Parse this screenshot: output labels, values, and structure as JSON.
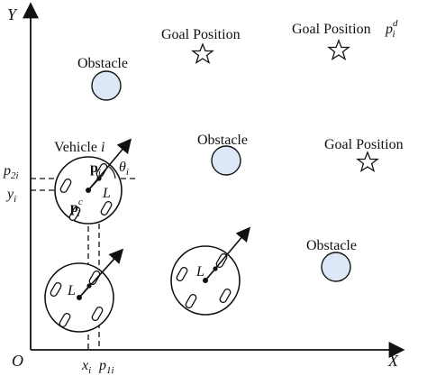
{
  "colors": {
    "obstacle_fill": "#dce7f7",
    "line": "#111111",
    "background": "#ffffff"
  },
  "axes": {
    "x_label": "X",
    "y_label": "Y",
    "origin_label": "O"
  },
  "labels": {
    "goal_position_1": "Goal Position",
    "goal_position_2": "Goal Position",
    "goal_position_3": "Goal Position",
    "goal_symbol_base": "p",
    "goal_symbol_sub": "i",
    "goal_symbol_sup": "d",
    "obstacle_1": "Obstacle",
    "obstacle_2": "Obstacle",
    "obstacle_3": "Obstacle",
    "vehicle_label": "Vehicle",
    "vehicle_index": "i",
    "vector_p_bold": "p",
    "vector_p_sub": "i",
    "vector_pc_bold": "p",
    "vector_pc_sub": "i",
    "vector_pc_sup": "c",
    "theta_symbol": "θ",
    "theta_sub": "i",
    "length_symbol": "L",
    "y_tick_base": "y",
    "y_tick_sub": "i",
    "p2_tick_base": "p",
    "p2_tick_sub": "2i",
    "x_tick_base": "x",
    "x_tick_sub": "i",
    "p1_tick_base": "p",
    "p1_tick_sub": "1i"
  },
  "icons": {
    "goal": "star-icon",
    "obstacle": "circle-icon",
    "vehicle": "wheel-vehicle-icon"
  }
}
